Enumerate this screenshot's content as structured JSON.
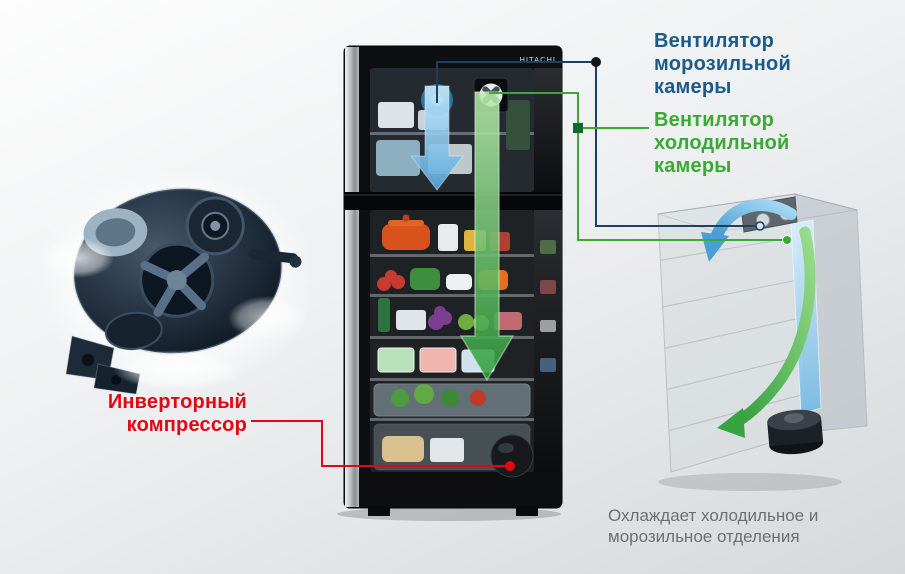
{
  "page": {
    "background_from": "#fdfdfd",
    "background_to": "#d6d9da"
  },
  "figure": {
    "brand": "HITACHI",
    "annotations": {
      "freezer_fan": {
        "text": "Вентилятор\nморозильной\nкамеры",
        "color": "#1b5a8a",
        "line_color": "#1c3f63"
      },
      "fridge_fan": {
        "text": "Вентилятор\nхолодильной\nкамеры",
        "color": "#3aaa35",
        "line_color": "#3aaa35"
      },
      "compressor": {
        "text": "Инверторный\nкомпрессор",
        "color": "#e30613",
        "line_color": "#e30613"
      },
      "caption": {
        "text": "Охлаждает холодильное и\nморозильное отделения",
        "color": "#6d6e71"
      }
    },
    "airflow": {
      "freezer_arrow_color": "#7fc4e8",
      "fridge_arrow_color": "#3aaa35"
    }
  }
}
